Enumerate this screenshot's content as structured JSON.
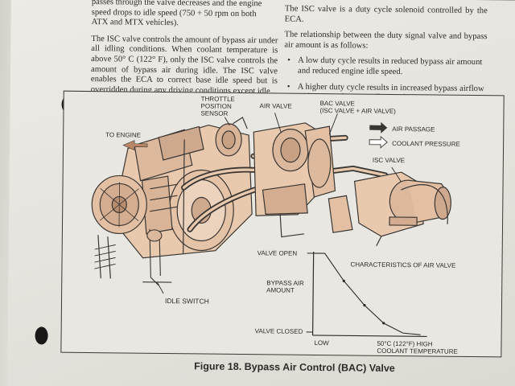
{
  "left_column": {
    "top_line_1": "passes through the valve decreases and the engine",
    "top_line_2": "speed drops to idle speed (750 + 50 rpm on both",
    "top_line_3": "ATX and MTX vehicles).",
    "para": "The ISC valve controls the amount of bypass air under all idling conditions. When coolant temperature is above 50° C (122° F), only the ISC valve controls the amount of bypass air during idle. The ISC valve enables the ECA to correct base idle speed but is overridden during any driving conditions except idle."
  },
  "right_column": {
    "para1": "The ISC valve is a duty cycle solenoid controlled by the ECA.",
    "para2": "The relationship between the duty signal valve and bypass air amount is as follows:",
    "bullet1": "A low duty cycle results in reduced bypass air amount and reduced engine idle speed.",
    "bullet2": "A higher duty cycle results in increased bypass airflow and increased engine idle speed."
  },
  "figure": {
    "labels": {
      "throttle_1": "THROTTLE",
      "throttle_2": "POSITION",
      "throttle_3": "SENSOR",
      "air_valve": "AIR VALVE",
      "bac_1": "BAC VALVE",
      "bac_2": "(ISC VALVE + AIR VALVE)",
      "to_engine": "TO ENGINE",
      "isc_valve": "ISC VALVE",
      "idle_switch": "IDLE SWITCH"
    },
    "legend": {
      "air_passage": "AIR PASSAGE",
      "coolant_pressure": "COOLANT PRESSURE"
    },
    "graph": {
      "title": "CHARACTERISTICS OF AIR VALVE",
      "y_top": "VALVE OPEN",
      "y_mid_1": "BYPASS AIR",
      "y_mid_2": "AMOUNT",
      "y_bottom": "VALVE CLOSED",
      "x_low": "LOW",
      "x_high_1": "50°C (122°F) HIGH",
      "x_high_2": "COOLANT TEMPERATURE"
    },
    "caption": "Figure 18. Bypass Air Control (BAC) Valve"
  },
  "colors": {
    "casting": "#e8c9ad",
    "ink": "#2d2b29",
    "paper": "#e9e7e1",
    "arrow": "#b98766"
  }
}
